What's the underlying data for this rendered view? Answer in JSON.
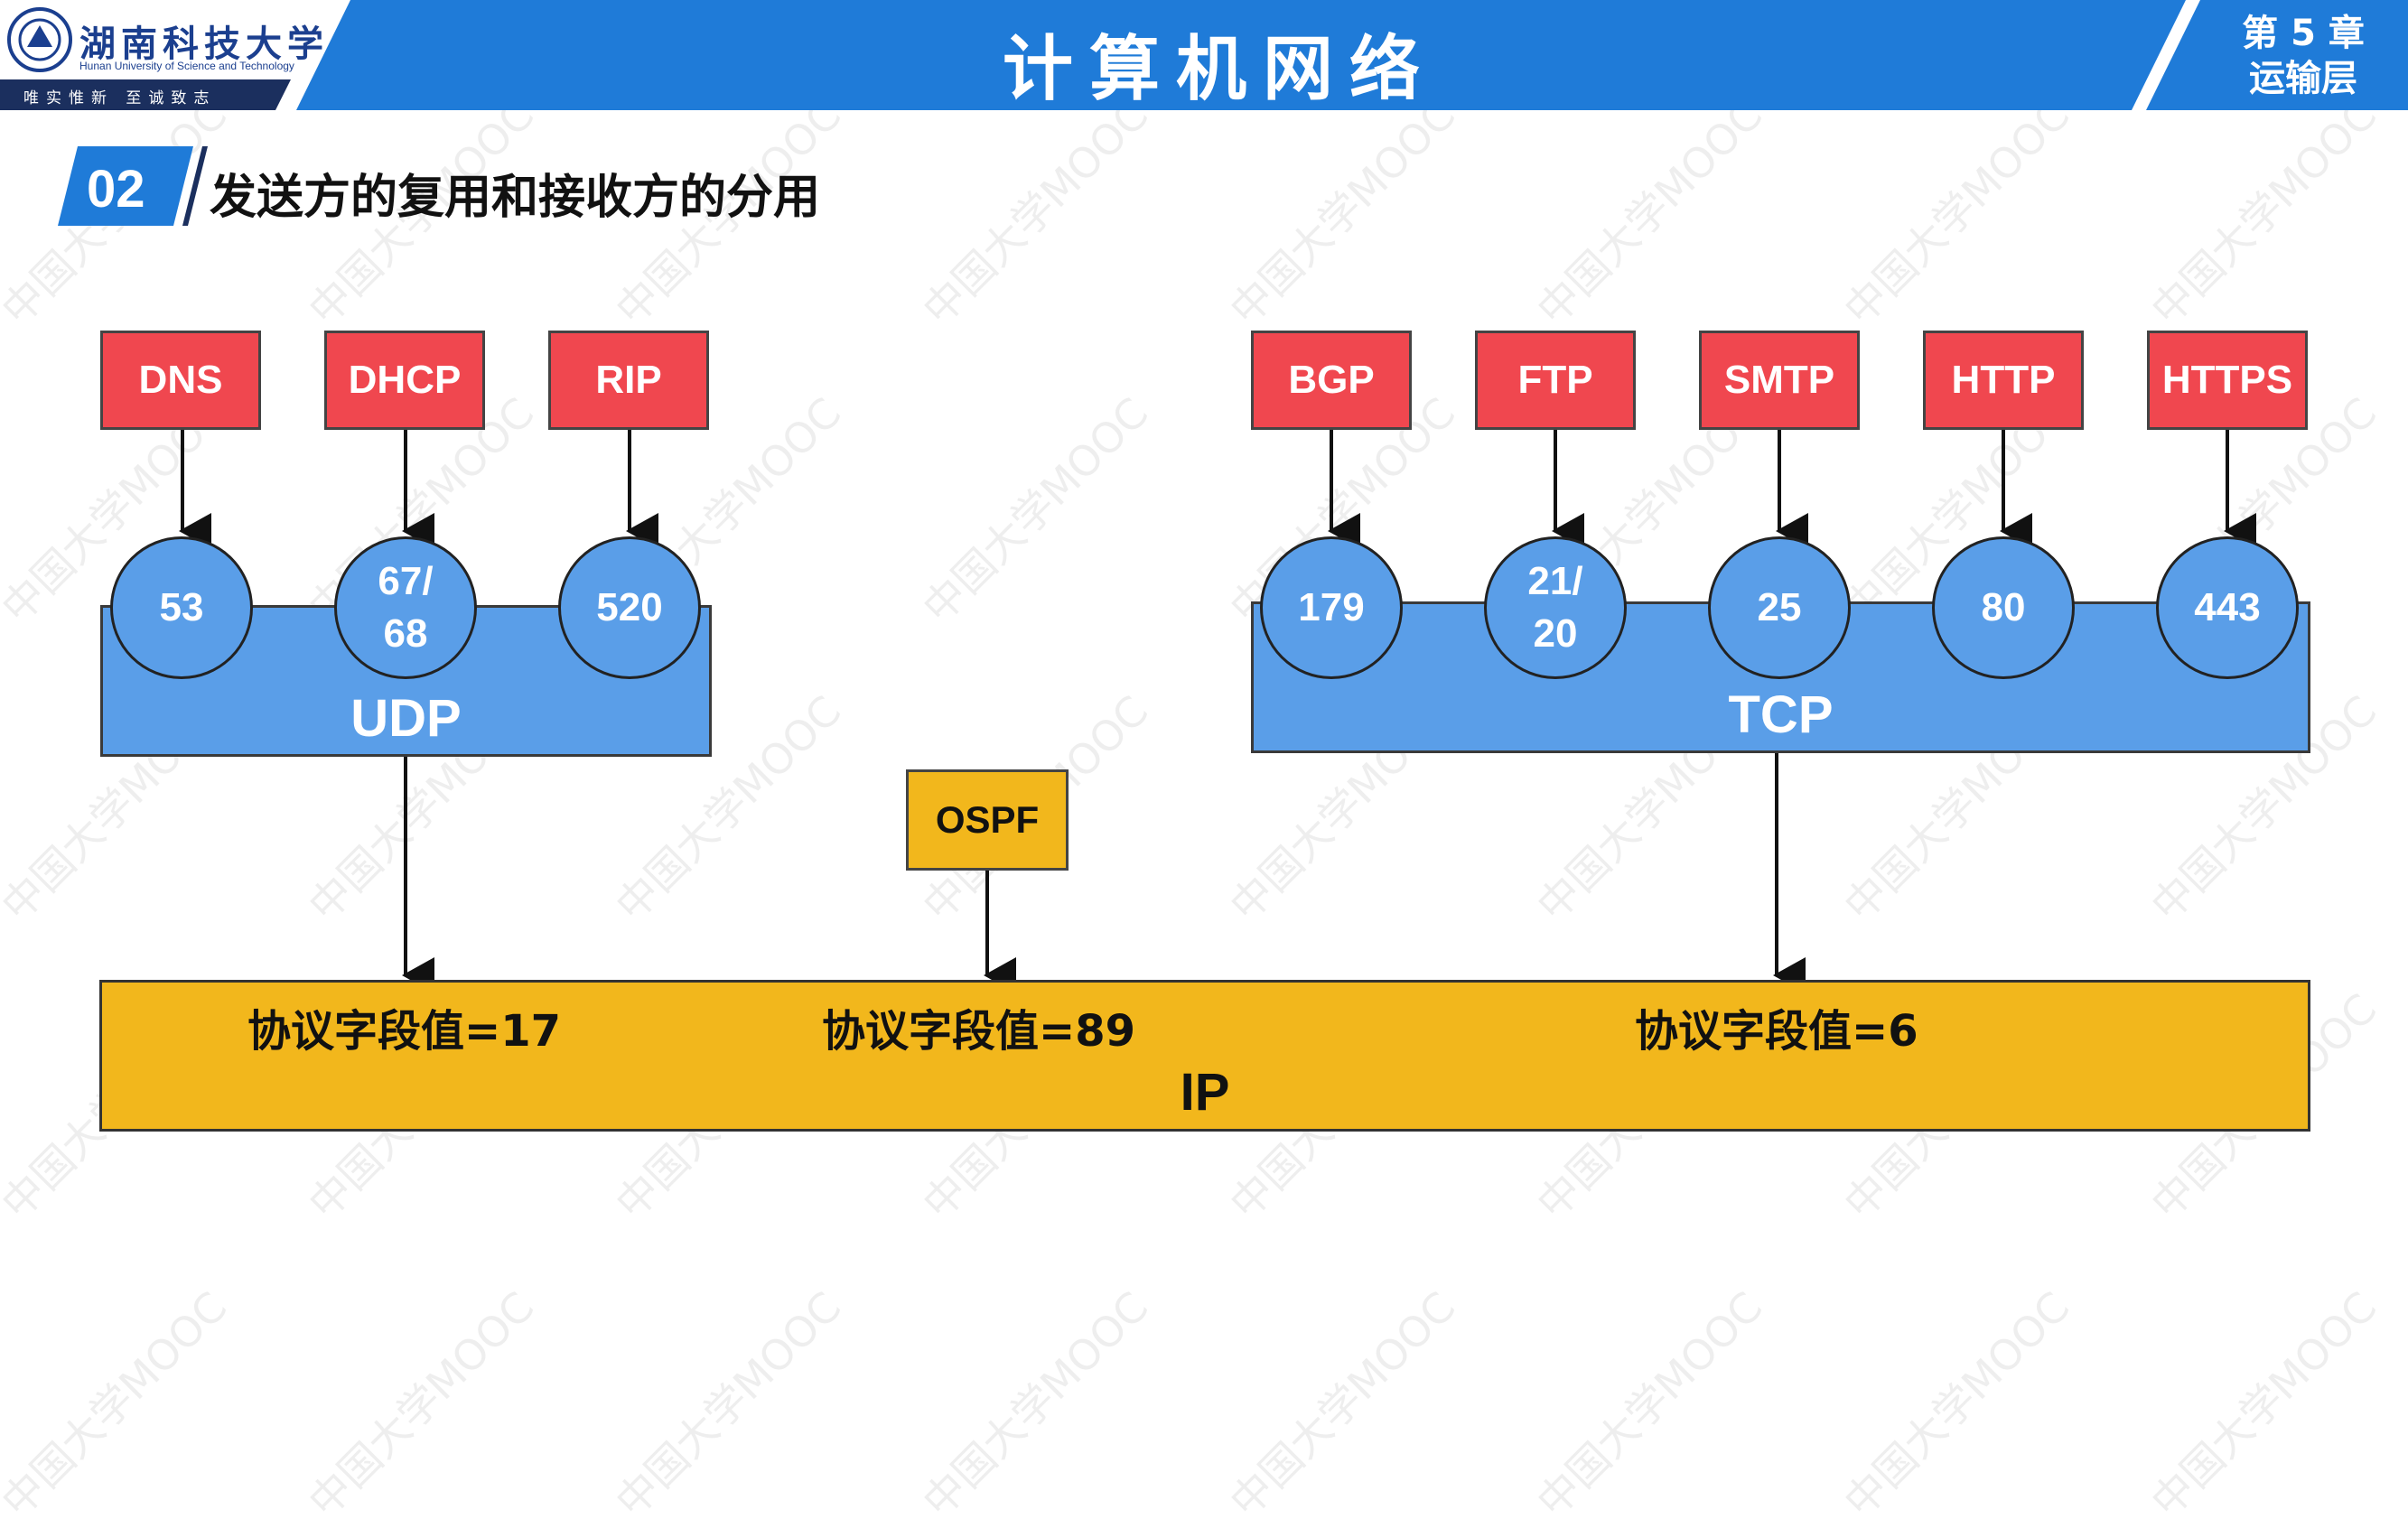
{
  "header": {
    "university_name": "湖南科技大学",
    "university_english": "Hunan University of Science and Technology",
    "motto": "唯实惟新  至诚致志",
    "course_title": "计算机网络",
    "chapter_number": "第 5 章",
    "chapter_name": "运输层",
    "colors": {
      "header_blue": "#1f7bd8",
      "dark_navy": "#1b2f5e"
    }
  },
  "section": {
    "number": "02",
    "title": "发送方的复用和接收方的分用"
  },
  "diagram": {
    "udp": {
      "label": "UDP",
      "apps": [
        {
          "name": "DNS",
          "port": "53"
        },
        {
          "name": "DHCP",
          "port": "67/\n68"
        },
        {
          "name": "RIP",
          "port": "520"
        }
      ]
    },
    "tcp": {
      "label": "TCP",
      "apps": [
        {
          "name": "BGP",
          "port": "179"
        },
        {
          "name": "FTP",
          "port": "21/\n20"
        },
        {
          "name": "SMTP",
          "port": "25"
        },
        {
          "name": "HTTP",
          "port": "80"
        },
        {
          "name": "HTTPS",
          "port": "443"
        }
      ]
    },
    "ospf": {
      "label": "OSPF"
    },
    "ip": {
      "label": "IP",
      "fields": [
        "协议字段值=17",
        "协议字段值=89",
        "协议字段值=6"
      ]
    },
    "colors": {
      "app_box": "#f0474f",
      "transport": "#5a9ee8",
      "ip_layer": "#f2b71c"
    }
  },
  "watermark": "中国大学MOOC"
}
